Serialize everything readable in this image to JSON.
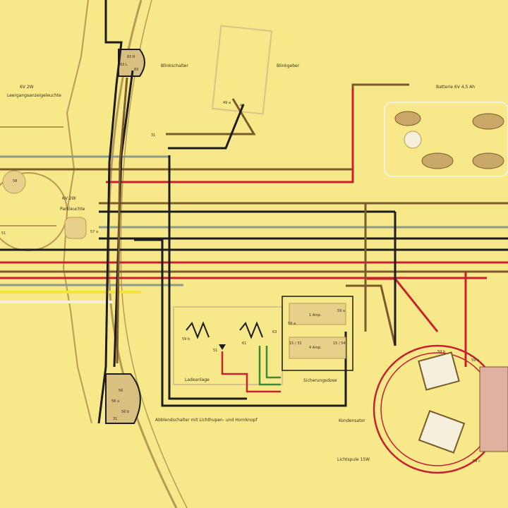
{
  "labels": {
    "blinkschalter": "Blinkschalter",
    "blinkgeber": "Blinkgeber",
    "batterie": "Batterie 6V 4,5 Ah",
    "leerlauf_watt": "6V 2W",
    "leerlauf_name": "Leergangsanzeigeleuchte",
    "parkleuchte_watt": "6V 2W",
    "parkleuchte_name": "Parkleuchte",
    "ladeanlage": "Ladeanlage",
    "sicherungsdose": "Sicherungsdose",
    "abblendschalter": "Abblendschalter mit Lichthupen- und Hornknopf",
    "kondensator": "Kondensator",
    "lichtspule": "Lichtspule 15W",
    "fuse1": "1 Amp.",
    "fuse2": "4 Amp."
  },
  "terminals": {
    "t83R": "83 R",
    "t83L": "83 L",
    "t83": "83",
    "t49a": "49 a",
    "t49": "49",
    "t31_top": "31",
    "t58": "58",
    "t57a": "57 a",
    "t51": "51",
    "t59b_l": "59 b",
    "t51_b": "51",
    "t61": "61",
    "t63": "63",
    "t59a_f": "59 a",
    "t59a_r": "59 a",
    "t15_31": "15 / 31",
    "t15_54": "15 / 54",
    "t59b_coil": "59 b",
    "t59a_coil": "59 a",
    "t59c": "59 c",
    "t56": "56",
    "t56a": "56 a",
    "t56b": "56 b",
    "t31_c": "31"
  },
  "colors": {
    "background": "#f7e98a",
    "frame": "#b89a55",
    "black": "#1c1c1c",
    "brown": "#7a5a2a",
    "red": "#c8202e",
    "grey": "#8c9a8a",
    "yellow": "#f5e23a",
    "green": "#3a8a3a",
    "white": "#f4f0dc"
  }
}
